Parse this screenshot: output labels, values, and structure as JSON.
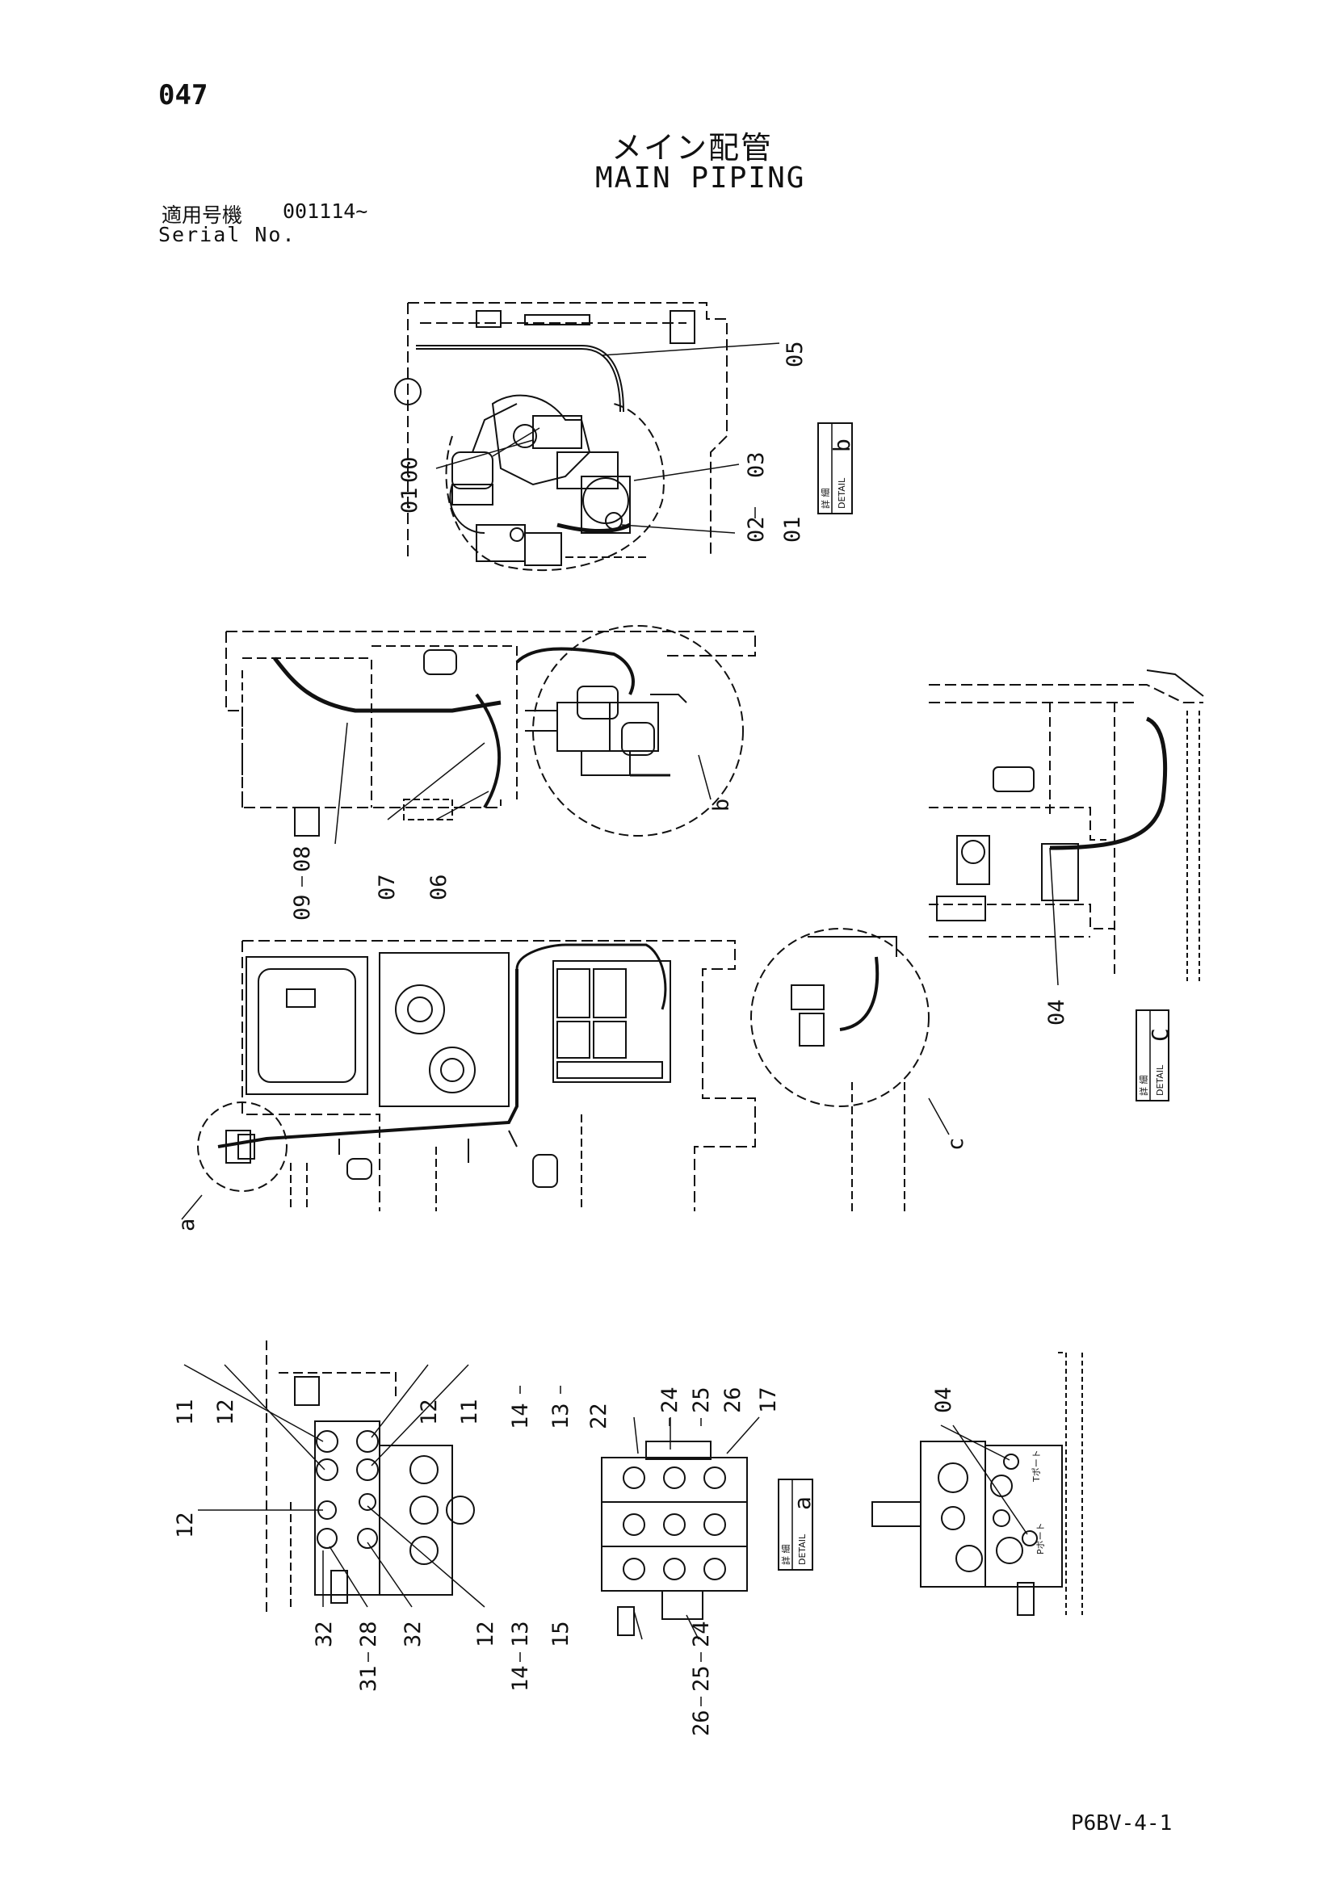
{
  "page_number": "047",
  "title": {
    "japanese": "メイン配管",
    "english": "MAIN PIPING"
  },
  "serial": {
    "label_jp": "適用号機",
    "value": "001114~",
    "label_en": "Serial No."
  },
  "footer_code": "P6BV-4-1",
  "detail_boxes": [
    {
      "kanji": "詳 細",
      "word": "DETAIL",
      "letter": "b"
    },
    {
      "kanji": "詳 細",
      "word": "DETAIL",
      "letter": "C"
    },
    {
      "kanji": "詳 細",
      "word": "DETAIL",
      "letter": "a"
    }
  ],
  "detail_markers": [
    "b",
    "c",
    "a"
  ],
  "port_labels": [
    "Tポート",
    "Pポート"
  ],
  "part_callouts": {
    "view_top": [
      "05",
      "00",
      "01",
      "03",
      "02",
      "01"
    ],
    "view_side": [
      "08",
      "09",
      "07",
      "06"
    ],
    "view_right": [
      "04"
    ],
    "valve_left": [
      "11",
      "12",
      "12",
      "11",
      "12",
      "32",
      "28",
      "31",
      "32",
      "12"
    ],
    "valve_middle": [
      "14",
      "13",
      "22",
      "24",
      "25",
      "26",
      "17",
      "13",
      "14",
      "15",
      "24",
      "25",
      "26"
    ],
    "valve_right": [
      "04"
    ]
  }
}
